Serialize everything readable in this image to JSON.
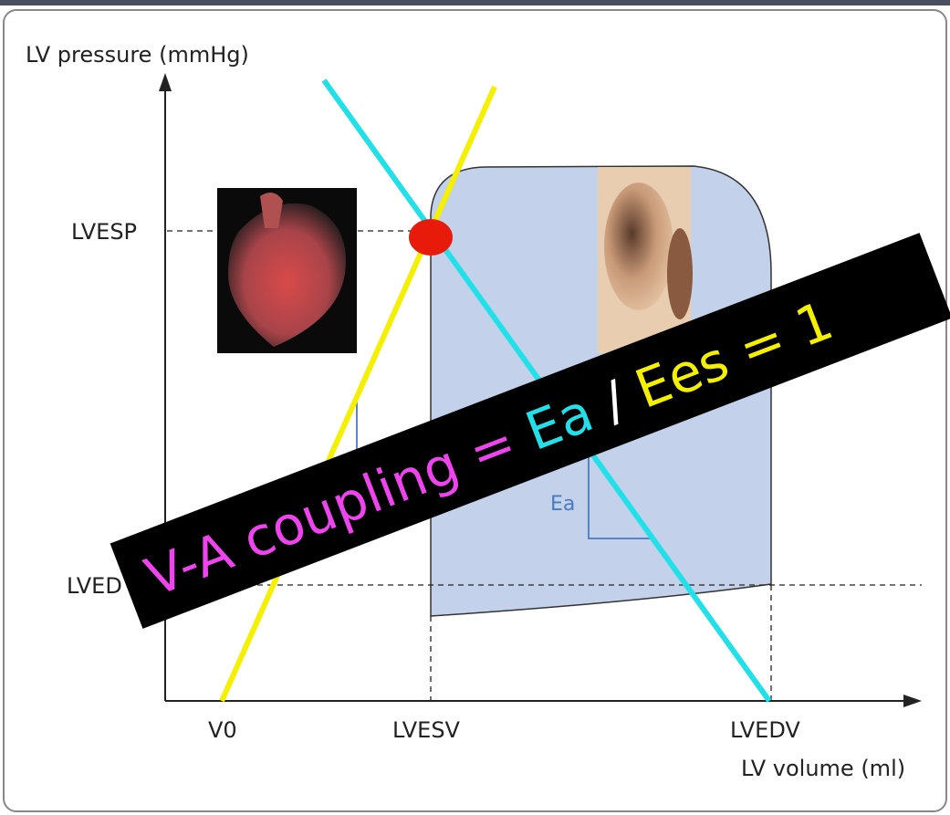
{
  "axes": {
    "y_label": "LV pressure (mmHg)",
    "x_label": "LV volume (ml)"
  },
  "y_ticks": [
    "LVESP",
    "LVED"
  ],
  "x_ticks": [
    "V0",
    "LVESV",
    "LVEDV"
  ],
  "annotations": {
    "ea": "Ea"
  },
  "banner": {
    "part1": "V-A coupling = ",
    "ea": "Ea",
    "slash": " / ",
    "ees": "Ees = 1"
  },
  "colors": {
    "ea_line": "#22e0e8",
    "ees_line": "#f4f000",
    "banner_magenta": "#ee44ee",
    "loop_fill": "#c3d1ea",
    "point": "#e81a0a"
  }
}
